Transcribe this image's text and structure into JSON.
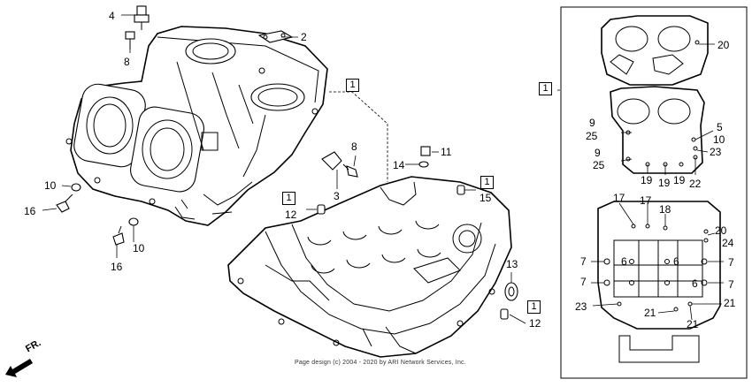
{
  "diagram": {
    "reference_box_label": "1",
    "front_indicator": "FR.",
    "credit": "Page design (c) 2004 - 2020 by ARI Network Services, Inc.",
    "callouts": [
      {
        "id": "c4",
        "text": "4"
      },
      {
        "id": "c8a",
        "text": "8"
      },
      {
        "id": "c2",
        "text": "2"
      },
      {
        "id": "c8b",
        "text": "8"
      },
      {
        "id": "c3",
        "text": "3"
      },
      {
        "id": "c11",
        "text": "11"
      },
      {
        "id": "c14",
        "text": "14"
      },
      {
        "id": "c15",
        "text": "15"
      },
      {
        "id": "c12a",
        "text": "12"
      },
      {
        "id": "c13",
        "text": "13"
      },
      {
        "id": "c12b",
        "text": "12"
      },
      {
        "id": "c10a",
        "text": "10"
      },
      {
        "id": "c16a",
        "text": "16"
      },
      {
        "id": "c10b",
        "text": "10"
      },
      {
        "id": "c16b",
        "text": "16"
      },
      {
        "id": "c20a",
        "text": "20"
      },
      {
        "id": "c9a",
        "text": "9"
      },
      {
        "id": "c25a",
        "text": "25"
      },
      {
        "id": "c5",
        "text": "5"
      },
      {
        "id": "c10c",
        "text": "10"
      },
      {
        "id": "c9b",
        "text": "9"
      },
      {
        "id": "c25b",
        "text": "25"
      },
      {
        "id": "c23a",
        "text": "23"
      },
      {
        "id": "c19a",
        "text": "19"
      },
      {
        "id": "c19b",
        "text": "19"
      },
      {
        "id": "c19c",
        "text": "19"
      },
      {
        "id": "c22",
        "text": "22"
      },
      {
        "id": "c17a",
        "text": "17"
      },
      {
        "id": "c17b",
        "text": "17"
      },
      {
        "id": "c18",
        "text": "18"
      },
      {
        "id": "c20b",
        "text": "20"
      },
      {
        "id": "c24",
        "text": "24"
      },
      {
        "id": "c7a",
        "text": "7"
      },
      {
        "id": "c6a",
        "text": "6"
      },
      {
        "id": "c6b",
        "text": "6"
      },
      {
        "id": "c7b",
        "text": "7"
      },
      {
        "id": "c7c",
        "text": "7"
      },
      {
        "id": "c6c",
        "text": "6"
      },
      {
        "id": "c7d",
        "text": "7"
      },
      {
        "id": "c23b",
        "text": "23"
      },
      {
        "id": "c21a",
        "text": "21"
      },
      {
        "id": "c21b",
        "text": "21"
      },
      {
        "id": "c21c",
        "text": "21"
      }
    ]
  }
}
